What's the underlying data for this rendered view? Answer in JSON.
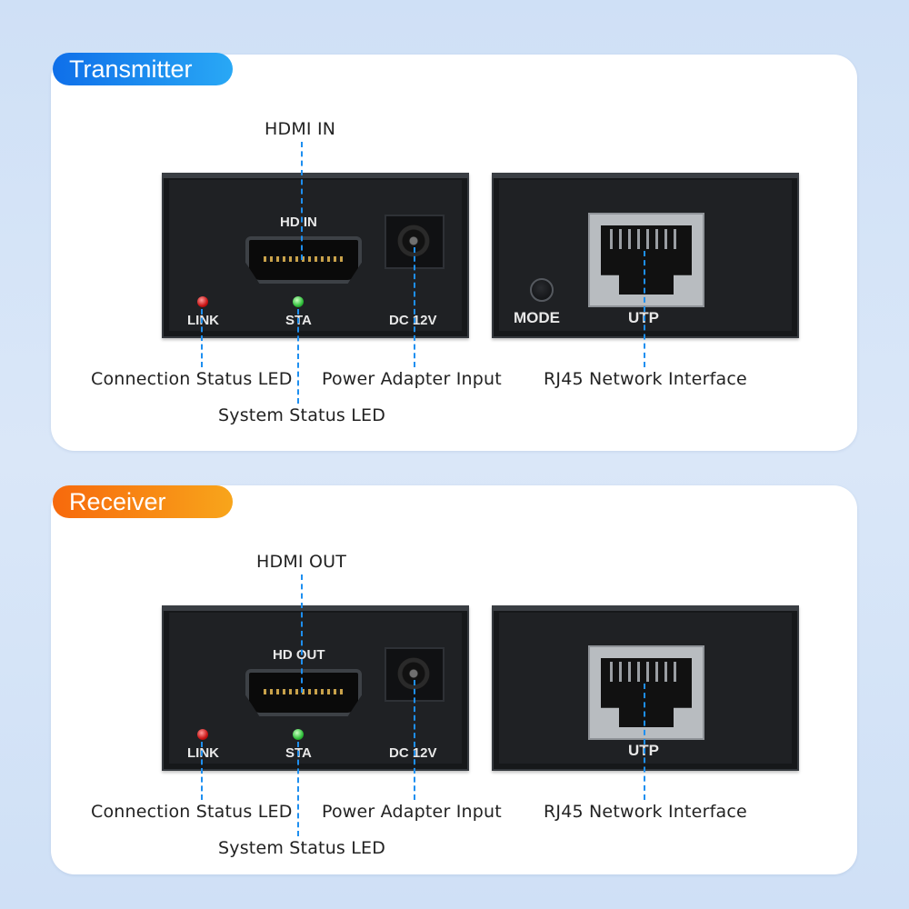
{
  "transmitter": {
    "title": "Transmitter",
    "port_label": "HDMI IN",
    "front": {
      "hdmi_silk": "HD IN",
      "link_silk": "LINK",
      "sta_silk": "STA",
      "dc_silk": "DC 12V"
    },
    "back": {
      "mode_silk": "MODE",
      "utp_silk": "UTP"
    },
    "labels": {
      "connection_led": "Connection Status LED",
      "system_led": "System Status LED",
      "power_input": "Power Adapter Input",
      "rj45": "RJ45 Network Interface"
    }
  },
  "receiver": {
    "title": "Receiver",
    "port_label": "HDMI OUT",
    "front": {
      "hdmi_silk": "HD OUT",
      "link_silk": "LINK",
      "sta_silk": "STA",
      "dc_silk": "DC 12V"
    },
    "back": {
      "utp_silk": "UTP"
    },
    "labels": {
      "connection_led": "Connection Status LED",
      "system_led": "System Status LED",
      "power_input": "Power Adapter Input",
      "rj45": "RJ45 Network Interface"
    }
  },
  "colors": {
    "transmitter_accent": "#1a7ff0",
    "receiver_accent": "#f78a14",
    "callout_line": "#1e8ff0",
    "led_link": "#d11a1a",
    "led_sta": "#33c040"
  }
}
